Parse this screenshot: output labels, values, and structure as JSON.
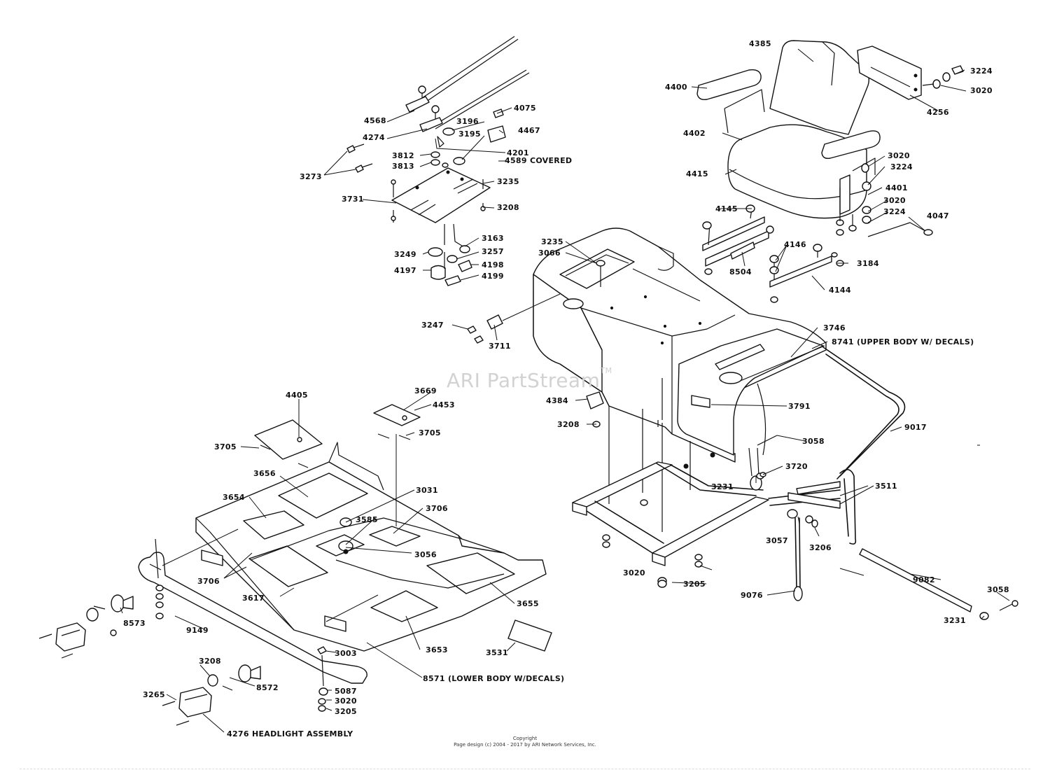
{
  "watermark": {
    "text": "ARI PartStream",
    "tm": "TM"
  },
  "copyright": {
    "line1": "Copyright",
    "line2": "Page design (c) 2004 - 2017 by ARI Network Services, Inc."
  },
  "labels": {
    "p4568": "4568",
    "p4274": "4274",
    "p3273": "3273",
    "p4075": "4075",
    "p3196": "3196",
    "p3195": "3195",
    "p4467": "4467",
    "p3812": "3812",
    "p3813": "3813",
    "p4201": "4201",
    "p4589": "4589 COVERED",
    "p3235a": "3235",
    "p3731": "3731",
    "p3208a": "3208",
    "p3163": "3163",
    "p3249": "3249",
    "p3257": "3257",
    "p4197": "4197",
    "p4198": "4198",
    "p4199": "4199",
    "p4385": "4385",
    "p4400": "4400",
    "p3224a": "3224",
    "p3020a": "3020",
    "p4256": "4256",
    "p4402": "4402",
    "p3020b": "3020",
    "p3224b": "3224",
    "p4415": "4415",
    "p4401": "4401",
    "p3020c": "3020",
    "p3224c": "3224",
    "p4145": "4145",
    "p4047": "4047",
    "p3235b": "3235",
    "p3066": "3066",
    "p4146": "4146",
    "p8504": "8504",
    "p3184": "3184",
    "p4144": "4144",
    "p3247": "3247",
    "p3711": "3711",
    "p3746": "3746",
    "p8741": "8741 (UPPER BODY W/ DECALS)",
    "p4405": "4405",
    "p3669": "3669",
    "p4453": "4453",
    "p4384": "4384",
    "p3705a": "3705",
    "p3705b": "3705",
    "p3208b": "3208",
    "p3791": "3791",
    "p9017": "9017",
    "p3058a": "3058",
    "p3656": "3656",
    "p3720": "3720",
    "p3031": "3031",
    "p3231a": "3231",
    "p3511": "3511",
    "p3654": "3654",
    "p3706a": "3706",
    "p3585": "3585",
    "p3057": "3057",
    "p3206": "3206",
    "p3056": "3056",
    "p3706b": "3706",
    "p3020d": "3020",
    "p3205a": "3205",
    "p3617": "3617",
    "p3655": "3655",
    "p9076": "9076",
    "p9082": "9082",
    "p3058b": "3058",
    "p8573": "8573",
    "p3231b": "3231",
    "p9149": "9149",
    "p3653": "3653",
    "p3531": "3531",
    "p3003": "3003",
    "p8571": "8571 (LOWER BODY W/DECALS)",
    "p3208c": "3208",
    "p8572": "8572",
    "p3265": "3265",
    "p5087": "5087",
    "p3020e": "3020",
    "p3205b": "3205",
    "p4276": "4276 HEADLIGHT ASSEMBLY"
  }
}
